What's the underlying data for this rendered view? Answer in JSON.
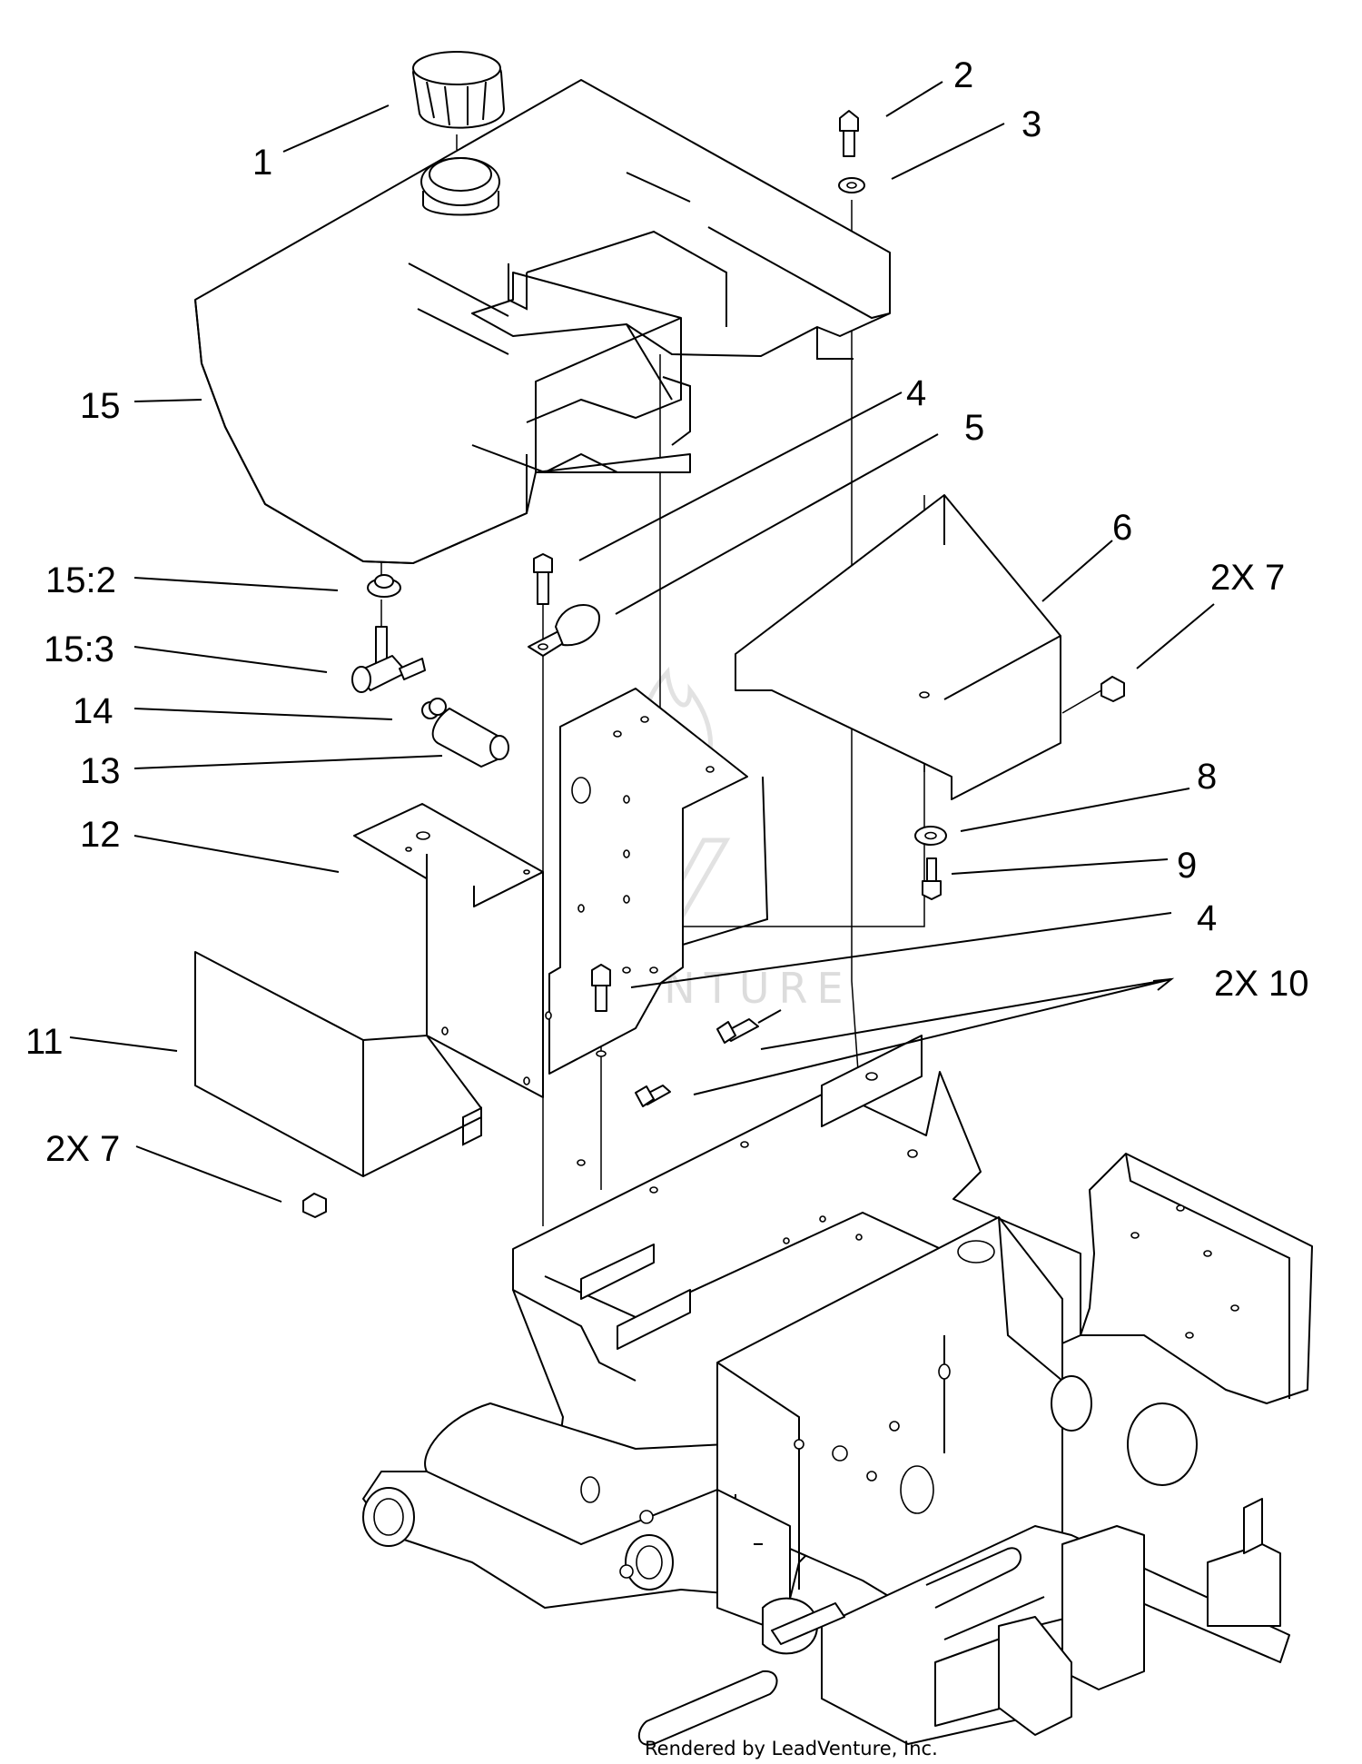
{
  "callouts": [
    {
      "id": "1",
      "text": "1"
    },
    {
      "id": "2",
      "text": "2"
    },
    {
      "id": "3",
      "text": "3"
    },
    {
      "id": "4a",
      "text": "4"
    },
    {
      "id": "5",
      "text": "5"
    },
    {
      "id": "6",
      "text": "6"
    },
    {
      "id": "7a",
      "text": "2X 7"
    },
    {
      "id": "8",
      "text": "8"
    },
    {
      "id": "9",
      "text": "9"
    },
    {
      "id": "4b",
      "text": "4"
    },
    {
      "id": "10",
      "text": "2X 10"
    },
    {
      "id": "11",
      "text": "11"
    },
    {
      "id": "7b",
      "text": "2X 7"
    },
    {
      "id": "12",
      "text": "12"
    },
    {
      "id": "13",
      "text": "13"
    },
    {
      "id": "14",
      "text": "14"
    },
    {
      "id": "15_3",
      "text": "15:3"
    },
    {
      "id": "15_2",
      "text": "15:2"
    },
    {
      "id": "15",
      "text": "15"
    }
  ],
  "watermark": "LEADVENTURE",
  "credit": "Rendered by LeadVenture, Inc."
}
